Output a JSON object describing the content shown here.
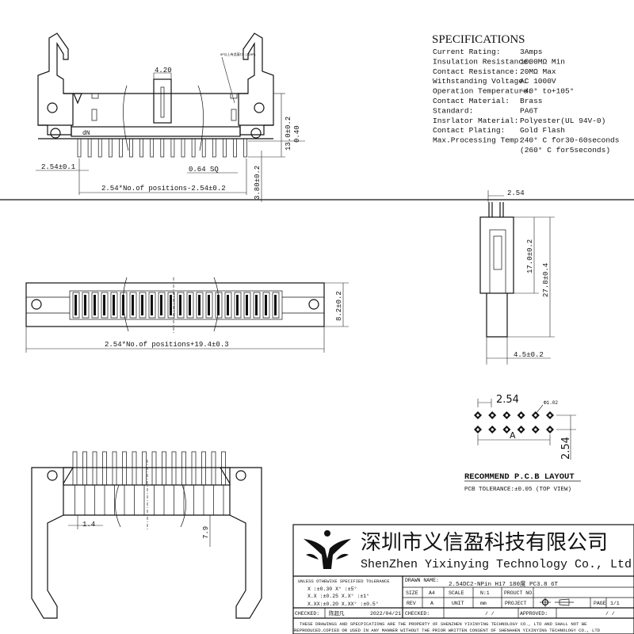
{
  "specifications": {
    "title": "SPECIFICATIONS",
    "rows": [
      {
        "label": "Current Rating:",
        "value": "3Amps"
      },
      {
        "label": "Insulation Resistance:",
        "value": "1000MΩ Min"
      },
      {
        "label": "Contact Resistance:",
        "value": "20MΩ  Max"
      },
      {
        "label": "Withstanding Voltage:",
        "value": "AC 1000V"
      },
      {
        "label": "Operation Temperature:",
        "value": "-40° to+105°"
      },
      {
        "label": "Contact Material:",
        "value": "Brass"
      },
      {
        "label": "Standard:",
        "value": "PA6T"
      },
      {
        "label": "Insrlator Material:",
        "value": "Polyester(UL 94V-0)"
      },
      {
        "label": "Contact Plating:",
        "value": "Gold Flash"
      },
      {
        "label": "Max.Processing Temp:",
        "value": "240° C for30-60seconds"
      }
    ],
    "extra": "(260° C for5seconds)"
  },
  "front_view": {
    "dim_width_slot": "4.20",
    "note": "8P以上有此窗口 (含8P)",
    "marking": "dN",
    "dim_pitch": "2.54±0.1",
    "dim_pin": "0.64 SQ",
    "dim_span": "2.54*No.of positions-2.54±0.2",
    "dim_040": "0.40",
    "dim_height": "13.0±0.2",
    "dim_tail": "3.80±0.2"
  },
  "side_view": {
    "dim_pitch": "2.54",
    "dim_upper": "17.0±0.2",
    "dim_total": "27.8±0.4",
    "dim_width": "4.5±0.2"
  },
  "top_view": {
    "dim_length": "2.54*No.of positions+19.4±0.3",
    "dim_height": "8.2±0.2"
  },
  "bottom_view": {
    "dim_a": "1.4",
    "dim_b": "7.9"
  },
  "pcb_layout": {
    "dim_pitch_x": "2.54",
    "hole": "Φ1.02",
    "dim_a": "A",
    "dim_pitch_y": "2.54",
    "title": "RECOMMEND P.C.B LAYOUT",
    "tolerance": "PCB TOLERANCE:±0.05 (TOP VIEW)"
  },
  "title_block": {
    "company_cn": "深圳市义信盈科技有限公司",
    "company_en": "ShenZhen Yixinying Technology Co., Ltd",
    "tolerance_title": "UNLESS OTHEWIXE SPECIFIED TOLERANCE",
    "tol1": "X   :±0.30   X°   :±5°",
    "tol2": "X.X :±0.25   X.X°  :±1°",
    "tol3": "X.XX:±0.20   X.XX° :±0.5°",
    "drawn_name_label": "DRAWN NAME:",
    "drawn_name": "2.54DC2-NPin H17 180度 PC3.8 6T",
    "size_label": "SIZE",
    "size": "A4",
    "scale_label": "SCALE",
    "scale": "N:1",
    "product_no_label": "PROUCT NO.",
    "rev_label": "REV",
    "rev": "A",
    "unit_label": "UNIT",
    "unit": "mm",
    "project_label": "PROJECT",
    "page_label": "PAGE",
    "page": "1/1",
    "checked_label": "CHECKED:",
    "checked_by": "陈超凡",
    "checked_date": "2022/04/21",
    "checked2_label": "CHECKED:",
    "checked2_date": "/  /",
    "approved_label": "APPROVED:",
    "approved_date": "/  /",
    "notice1": "THESE DRAWINGS AND SPECPICATIONS ARE THE PROPERTY OF SHENZHEN YIXINYING TECHNOLOGY CO., LTD AND SHALL NOT BE",
    "notice2": "REPRODUCED.COPIED OR USED IN ANY MANNER WITHOUT THE PRIOR WRITTEN CONSENT OF SHENAHEN YIXINYING TECHNOLOGY CO., LTD"
  }
}
